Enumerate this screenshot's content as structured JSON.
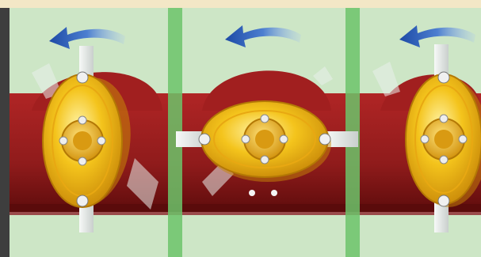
{
  "figure": {
    "panels": [
      {
        "id": "left",
        "arrow": "rotation-arrow-left",
        "blade_state": "vertical"
      },
      {
        "id": "center",
        "arrow": "rotation-arrow-left",
        "blade_state": "horizontal"
      },
      {
        "id": "right",
        "arrow": "rotation-arrow-left",
        "blade_state": "vertical"
      }
    ],
    "colors": {
      "background": "#cfe6c9",
      "separator": "#6cc36a",
      "cutterbar": "#9b1e1e",
      "cutterbar_dark": "#6f1010",
      "disc": "#f2c21b",
      "disc_shadow": "#c68d08",
      "arrow": "#2a5bb5",
      "knife": "#e8ece9",
      "top_strip": "#f3e7c6"
    }
  }
}
